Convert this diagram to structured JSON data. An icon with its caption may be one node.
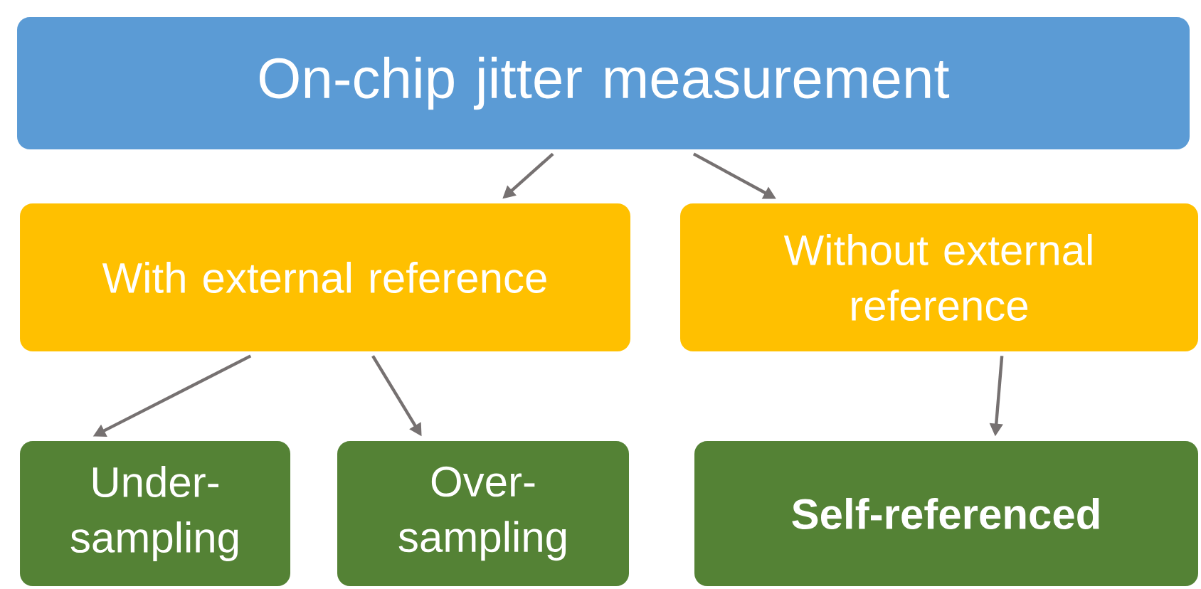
{
  "diagram": {
    "nodes": [
      {
        "text": [
          "On-chip jitter measurement"
        ]
      },
      {
        "text": [
          "With external reference"
        ]
      },
      {
        "text": [
          "Without external reference"
        ]
      },
      {
        "text": [
          "Under- sampling"
        ]
      },
      {
        "text": [
          "Over- sampling"
        ]
      },
      {
        "text": [
          "Self-referenced"
        ]
      }
    ],
    "edges": [
      {
        "from": 0,
        "to": 1,
        "arrow": "to"
      },
      {
        "from": 0,
        "to": 2,
        "arrow": "to"
      },
      {
        "from": 1,
        "to": 3,
        "arrow": "to"
      },
      {
        "from": 1,
        "to": 4,
        "arrow": "to"
      },
      {
        "from": 2,
        "to": 5,
        "arrow": "to"
      }
    ]
  }
}
